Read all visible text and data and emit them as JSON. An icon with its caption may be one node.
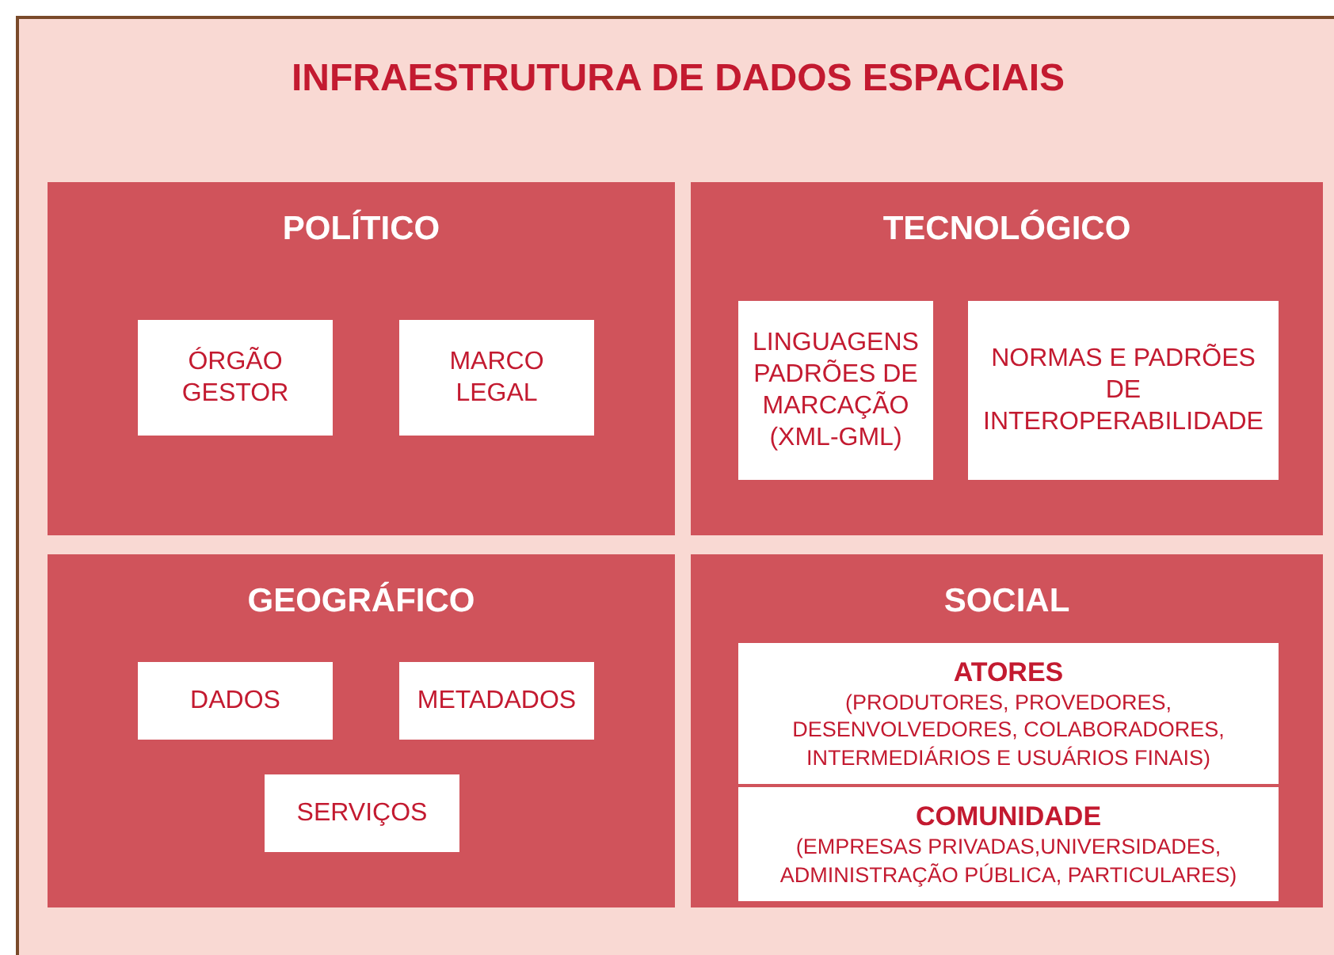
{
  "diagram": {
    "title": "INFRAESTRUTURA DE DADOS ESPACIAIS",
    "nodes": [
      {
        "text": [
          "POLÍTICO"
        ]
      },
      {
        "text": [
          "ÓRGÃO GESTOR"
        ],
        "in": 0
      },
      {
        "text": [
          "MARCO LEGAL"
        ],
        "in": 0
      },
      {
        "text": [
          "TECNOLÓGICO"
        ]
      },
      {
        "text": [
          "LINGUAGENS PADRÕES DE MARCAÇÃO (XML-GML)"
        ],
        "in": 3
      },
      {
        "text": [
          "NORMAS E PADRÕES DE INTEROPERABILIDADE"
        ],
        "in": 3
      },
      {
        "text": [
          "GEOGRÁFICO"
        ]
      },
      {
        "text": [
          "DADOS"
        ],
        "in": 6
      },
      {
        "text": [
          "METADADOS"
        ],
        "in": 6
      },
      {
        "text": [
          "SERVIÇOS"
        ],
        "in": 6
      },
      {
        "text": [
          "SOCIAL"
        ]
      },
      {
        "text": [
          "ATORES",
          "(PRODUTORES, PROVEDORES, DESENVOLVEDORES, COLABORADORES, INTERMEDIÁRIOS E USUÁRIOS FINAIS)"
        ],
        "in": 10
      },
      {
        "text": [
          "COMUNIDADE",
          "(EMPRESAS PRIVADAS,UNIVERSIDADES, ADMINISTRAÇÃO PÚBLICA, PARTICULARES)"
        ],
        "in": 10
      }
    ]
  }
}
